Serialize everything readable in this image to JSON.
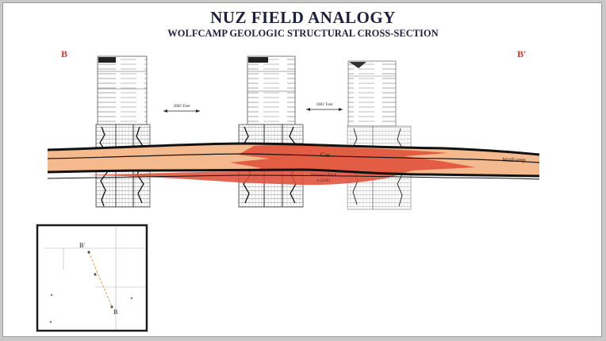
{
  "slide": {
    "title": "NUZ  FIELD ANALOGY",
    "subtitle": "WOLFCAMP GEOLOGIC STRUCTURAL CROSS-SECTION",
    "section_start": "B",
    "section_end": "B'"
  },
  "cross_section": {
    "spacing_left": "2002' Feet",
    "spacing_right": "1801' Feet",
    "gas_label": "Gas",
    "formation_label": "Wolfcamp",
    "contact_label": "Structural Pinch",
    "contact_sublabel": "(-5310')"
  },
  "location_map": {
    "point_b_prime": "B'",
    "point_b": "B"
  },
  "colors": {
    "title": "#1f1f3f",
    "section_labels": "#d03a2c",
    "gas_fill": "#e0503a",
    "formation_fill": "#f4b98c"
  }
}
